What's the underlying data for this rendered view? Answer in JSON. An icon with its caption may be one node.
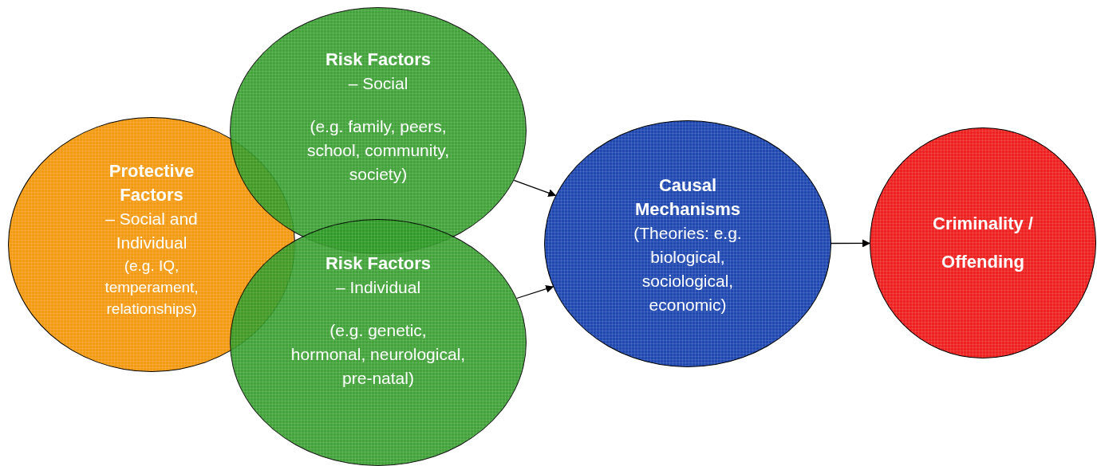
{
  "diagram": {
    "nodes": [
      {
        "text": [
          "Protective Factors",
          "– Social and Individual",
          "(e.g. IQ, temperament, relationships)"
        ]
      },
      {
        "text": [
          "Risk Factors",
          "– Social",
          "(e.g. family, peers, school, community, society)"
        ]
      },
      {
        "text": [
          "Risk Factors",
          "– Individual",
          "(e.g. genetic, hormonal, neurological, pre-natal)"
        ]
      },
      {
        "text": [
          "Causal Mechanisms",
          "(Theories: e.g. biological, sociological, economic)"
        ]
      },
      {
        "text": [
          "Criminality / Offending"
        ]
      }
    ],
    "edges": [
      {
        "from": 1,
        "to": 3,
        "arrow": "to"
      },
      {
        "from": 2,
        "to": 3,
        "arrow": "to"
      },
      {
        "from": 3,
        "to": 4,
        "arrow": "to"
      }
    ]
  }
}
